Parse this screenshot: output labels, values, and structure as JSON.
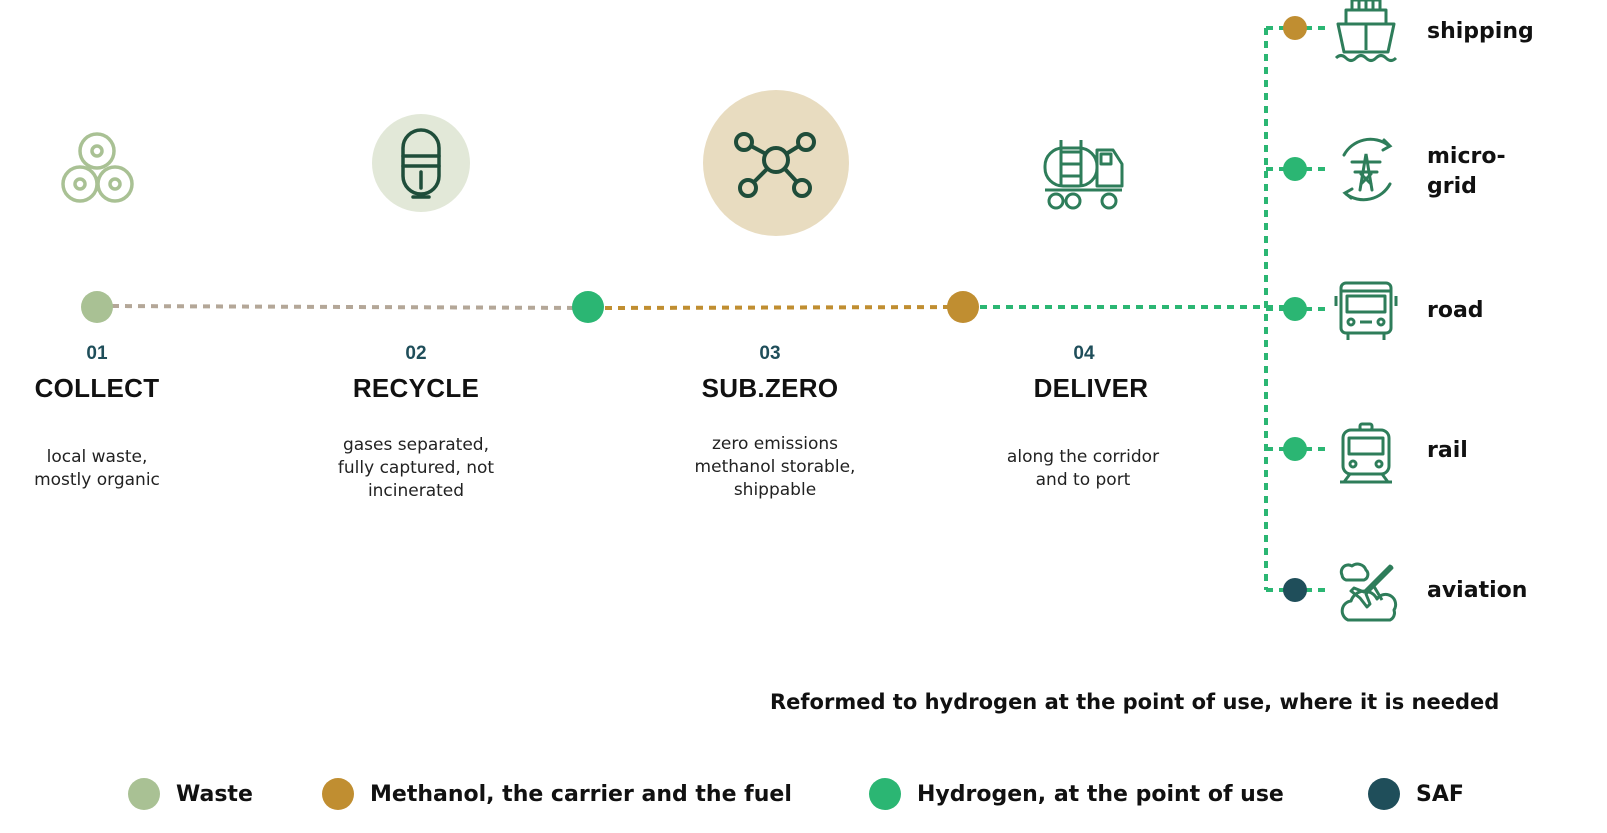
{
  "colors": {
    "waste": "#a9c194",
    "methanol": "#c08e31",
    "hydrogen": "#2bb673",
    "saf": "#1f4e5a",
    "icon_dark": "#1f4d3a",
    "icon_light_green": "#a9c194",
    "recycle_bg": "#e2e8d8",
    "subzero_bg": "#e8dcc0"
  },
  "steps": [
    {
      "num": "01",
      "title": "COLLECT",
      "desc": "local waste,\nmostly organic",
      "icon": "bales-icon"
    },
    {
      "num": "02",
      "title": "RECYCLE",
      "desc": "gases separated,\nfully captured, not\nincinerated",
      "icon": "gas-tank-icon"
    },
    {
      "num": "03",
      "title": "SUB.ZERO",
      "desc": "zero emissions\nmethanol storable,\nshippable",
      "icon": "molecule-icon"
    },
    {
      "num": "04",
      "title": "DELIVER",
      "desc": "along the corridor\nand to port",
      "icon": "tanker-truck-icon"
    }
  ],
  "destinations": [
    {
      "label": "shipping",
      "dot": "methanol",
      "icon": "ship-icon"
    },
    {
      "label": "micro-\ngrid",
      "dot": "hydrogen",
      "icon": "power-tower-icon"
    },
    {
      "label": "road",
      "dot": "hydrogen",
      "icon": "bus-icon"
    },
    {
      "label": "rail",
      "dot": "hydrogen",
      "icon": "train-icon"
    },
    {
      "label": "aviation",
      "dot": "saf",
      "icon": "airplane-icon"
    }
  ],
  "caption": "Reformed to hydrogen at the point of use, where it is needed",
  "legend": [
    {
      "label": "Waste",
      "color": "waste"
    },
    {
      "label": "Methanol, the carrier and the fuel",
      "color": "methanol"
    },
    {
      "label": "Hydrogen, at the point of use",
      "color": "hydrogen"
    },
    {
      "label": "SAF",
      "color": "saf"
    }
  ]
}
